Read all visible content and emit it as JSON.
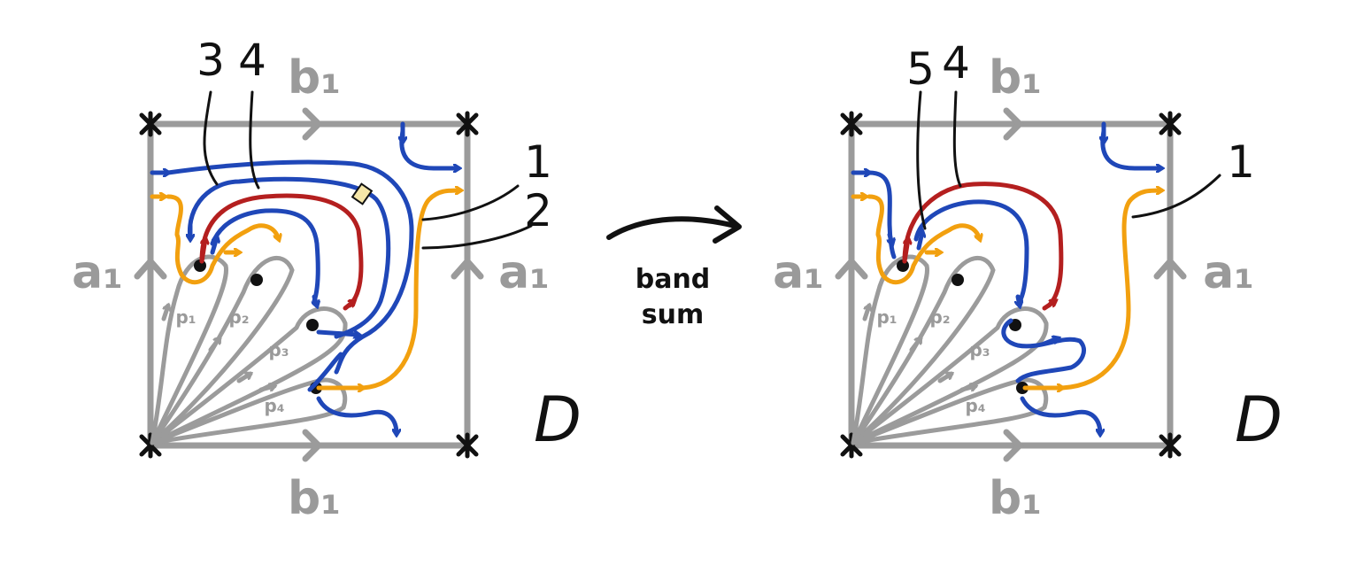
{
  "colors": {
    "square": "#9b9b9b",
    "blue": "#1f47b8",
    "orange": "#f2a00f",
    "red": "#b41f1f",
    "gray_curve": "#9b9b9b",
    "black": "#111111"
  },
  "left_panel": {
    "top_label": "b₁",
    "bottom_label": "b₁",
    "left_label": "a₁",
    "right_label": "a₁",
    "region_label": "D",
    "curve_labels": {
      "c3": "3",
      "c4": "4",
      "c1": "1",
      "c2": "2"
    },
    "p_labels": [
      "p₁",
      "p₂",
      "p₃",
      "p₄"
    ]
  },
  "arrow": {
    "line1": "band",
    "line2": "sum"
  },
  "right_panel": {
    "top_label": "b₁",
    "bottom_label": "b₁",
    "left_label": "a₁",
    "right_label": "a₁",
    "region_label": "D",
    "curve_labels": {
      "c5": "5",
      "c4": "4",
      "c1": "1"
    },
    "p_labels": [
      "p₁",
      "p₂",
      "p₃",
      "p₄"
    ]
  }
}
